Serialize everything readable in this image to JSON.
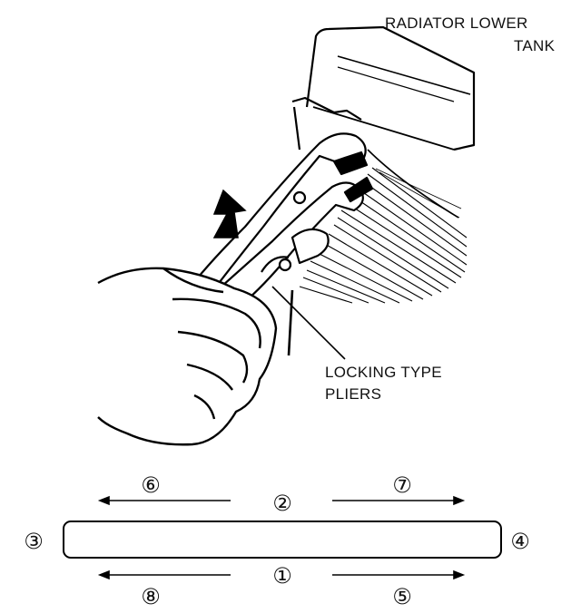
{
  "labels": {
    "radiator_line1": "RADIATOR LOWER",
    "radiator_line2": "TANK",
    "pliers_line1": "LOCKING TYPE",
    "pliers_line2": "PLIERS"
  },
  "sequence": {
    "s1": "①",
    "s2": "②",
    "s3": "③",
    "s4": "④",
    "s5": "⑤",
    "s6": "⑥",
    "s7": "⑦",
    "s8": "⑧"
  }
}
